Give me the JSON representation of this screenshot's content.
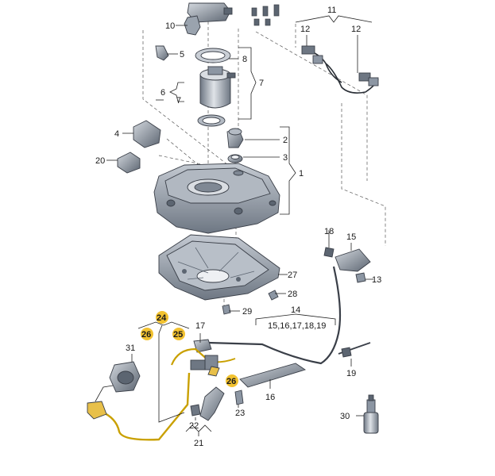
{
  "callouts": {
    "c1": "1",
    "c2": "2",
    "c3": "3",
    "c4": "4",
    "c5": "5",
    "c6": "6",
    "c7a": "7",
    "c7b": "7",
    "c8": "8",
    "c10": "10",
    "c11": "11",
    "c12a": "12",
    "c12b": "12",
    "c13": "13",
    "c14": "14",
    "c14sub": "15,16,17,18,19",
    "c15": "15",
    "c16": "16",
    "c17": "17",
    "c18": "18",
    "c19": "19",
    "c20": "20",
    "c21": "21",
    "c22": "22",
    "c23": "23",
    "c24": "24",
    "c25": "25",
    "c26a": "26",
    "c26b": "26",
    "c27": "27",
    "c28": "28",
    "c29": "29",
    "c30": "30",
    "c31": "31"
  },
  "colors": {
    "part_fill": "#8c96a3",
    "part_dark": "#5c6571",
    "part_light": "#c4cad2",
    "highlight": "#f2c230",
    "line": "#222222"
  }
}
